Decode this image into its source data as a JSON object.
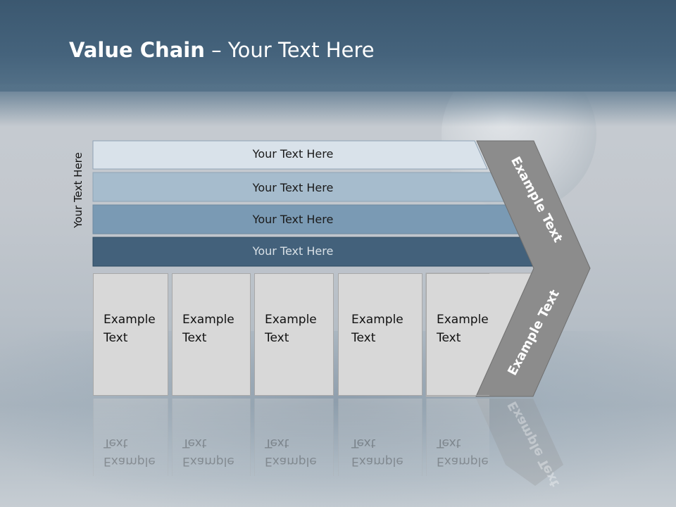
{
  "title": {
    "bold": "Value Chain",
    "rest": " – Your Text Here"
  },
  "side_label": "Your Text Here",
  "bars": [
    {
      "label": "Your Text Here",
      "fill": "#d9e2ea",
      "text_color": "#1a1a1a"
    },
    {
      "label": "Your Text Here",
      "fill": "#a6bccd",
      "text_color": "#1a1a1a"
    },
    {
      "label": "Your Text Here",
      "fill": "#7a9ab4",
      "text_color": "#1a1a1a"
    },
    {
      "label": "Your Text Here",
      "fill": "#43617b",
      "text_color": "#d8e0e6"
    }
  ],
  "boxes": [
    {
      "line1": "Example",
      "line2": "Text"
    },
    {
      "line1": "Example",
      "line2": "Text"
    },
    {
      "line1": "Example",
      "line2": "Text"
    },
    {
      "line1": "Example",
      "line2": "Text"
    },
    {
      "line1": "Example",
      "line2": "Text"
    }
  ],
  "chevron": {
    "upper_label": "Example Text",
    "lower_label": "Example Text",
    "fill": "#8c8c8c"
  }
}
